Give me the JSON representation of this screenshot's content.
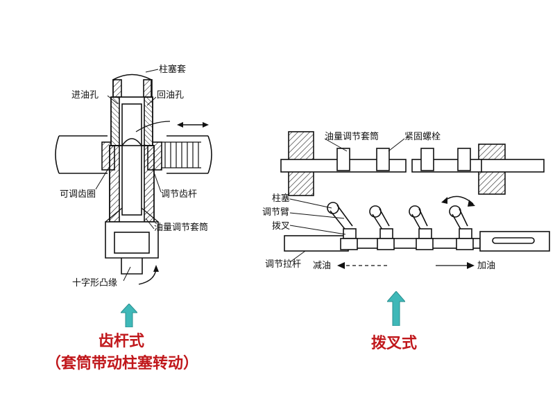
{
  "left_diagram": {
    "labels": {
      "plunger_sleeve": "柱塞套",
      "inlet_hole": "进油孔",
      "return_hole": "回油孔",
      "adjust_ring_gear": "可调齿圈",
      "adjust_rack": "调节齿杆",
      "metering_sleeve": "油量调节套筒",
      "cross_flange": "十字形凸缘"
    },
    "caption_line1": "齿杆式",
    "caption_line2": "（套筒带动柱塞转动）"
  },
  "right_diagram": {
    "labels": {
      "metering_sleeve": "油量调节套筒",
      "clamp_bolt": "紧固螺栓",
      "plunger": "柱塞",
      "adjust_arm": "调节臂",
      "fork": "拨叉",
      "adjust_rod": "调节拉杆",
      "reduce_fuel": "减油",
      "add_fuel": "加油"
    },
    "caption": "拨叉式"
  },
  "colors": {
    "caption_red": "#c0171b",
    "arrow_teal": "#3fb8b8",
    "line": "#111111"
  }
}
